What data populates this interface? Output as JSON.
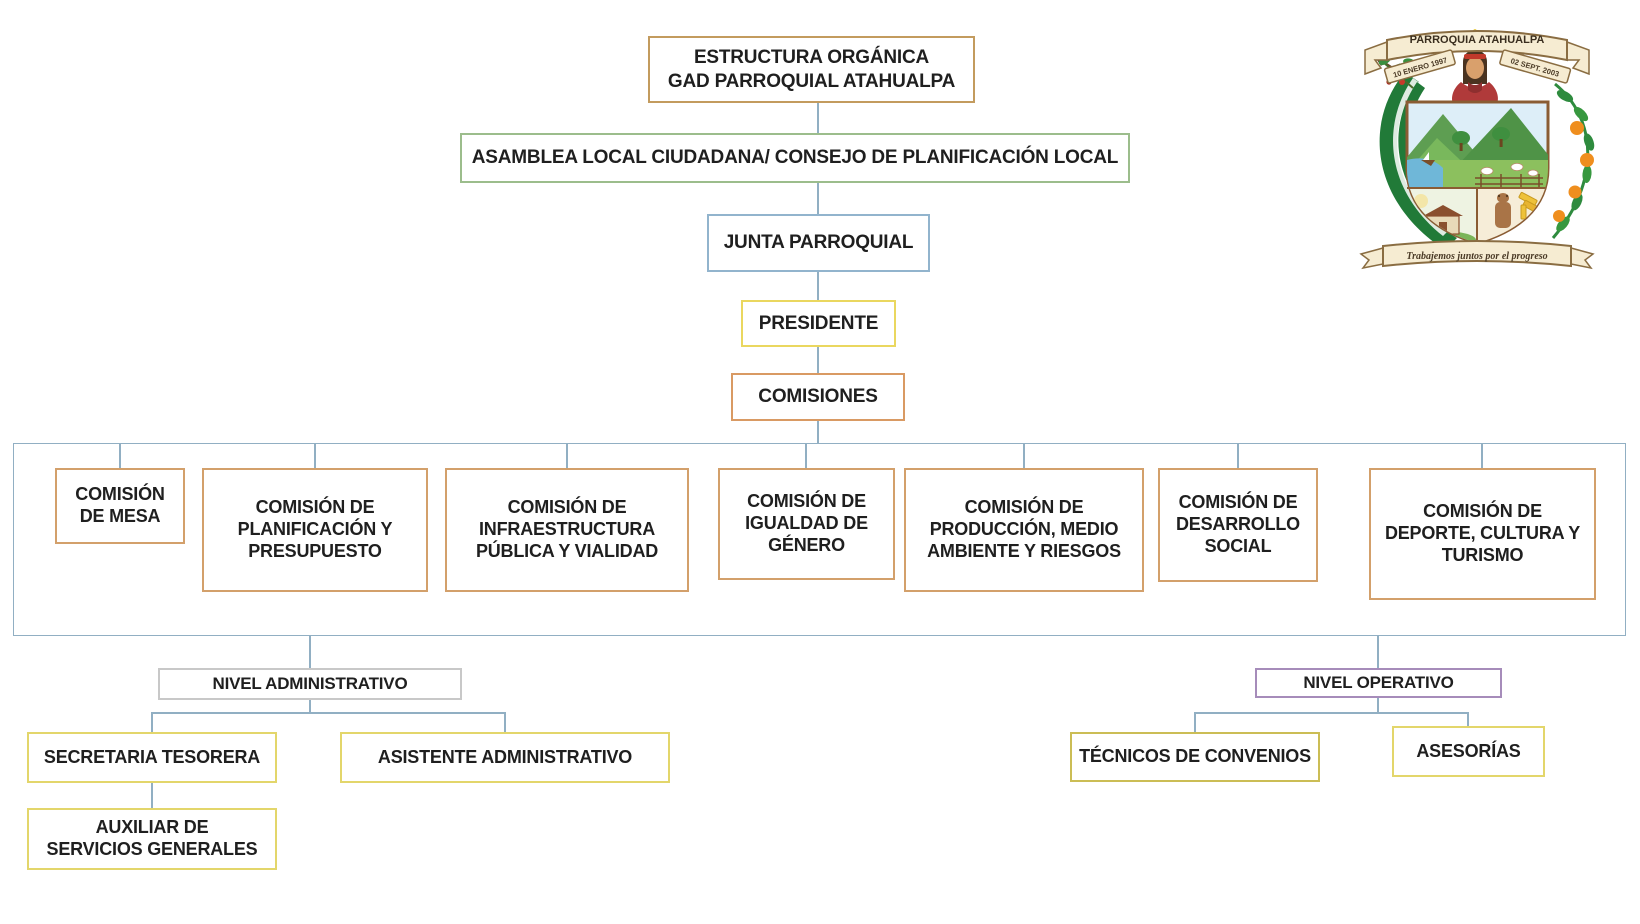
{
  "org": {
    "root": {
      "line1": "ESTRUCTURA ORGÁNICA",
      "line2": "GAD PARROQUIAL ATAHUALPA"
    },
    "asamblea": {
      "label": "ASAMBLEA LOCAL CIUDADANA/ CONSEJO DE PLANIFICACIÓN LOCAL"
    },
    "junta": {
      "label": "JUNTA PARROQUIAL"
    },
    "presidente": {
      "label": "PRESIDENTE"
    },
    "comisiones": {
      "label": "COMISIONES"
    },
    "commissions": [
      {
        "label": "COMISIÓN DE MESA"
      },
      {
        "label": "COMISIÓN DE PLANIFICACIÓN Y PRESUPUESTO"
      },
      {
        "label": "COMISIÓN DE INFRAESTRUCTURA PÚBLICA Y VIALIDAD"
      },
      {
        "label": "COMISIÓN DE IGUALDAD DE GÉNERO"
      },
      {
        "label": "COMISIÓN DE PRODUCCIÓN, MEDIO AMBIENTE Y RIESGOS"
      },
      {
        "label": "COMISIÓN DE DESARROLLO SOCIAL"
      },
      {
        "label": "COMISIÓN DE DEPORTE, CULTURA Y TURISMO"
      }
    ],
    "admin": {
      "nivel": "NIVEL ADMINISTRATIVO",
      "secretaria": "SECRETARIA TESORERA",
      "asistente": "ASISTENTE ADMINISTRATIVO",
      "auxiliar": {
        "line1": "AUXILIAR DE",
        "line2": "SERVICIOS GENERALES"
      }
    },
    "operativo": {
      "nivel": "NIVEL OPERATIVO",
      "tecnicos": "TÉCNICOS DE CONVENIOS",
      "asesorias": "ASESORÍAS"
    }
  },
  "crest": {
    "title": "PARROQUIA ATAHUALPA",
    "date_left": "10 ENERO 1997",
    "date_right": "02 SEPT. 2003",
    "motto": "Trabajemos juntos por el progreso"
  },
  "colors": {
    "root_border": "#c39b5e",
    "asamblea_border": "#9cbd8c",
    "junta_border": "#92b4cd",
    "presidente_border": "#ead75f",
    "comisiones_border": "#d99a63",
    "commission_border": "#d3a06b",
    "connector": "#91afc3",
    "nivel_admin_border": "#c8c8c8",
    "nivel_oper_border": "#a68cba",
    "yellow_border": "#e3d66b",
    "tecnicos_border": "#cbbd55",
    "text": "#1f1f1f"
  }
}
